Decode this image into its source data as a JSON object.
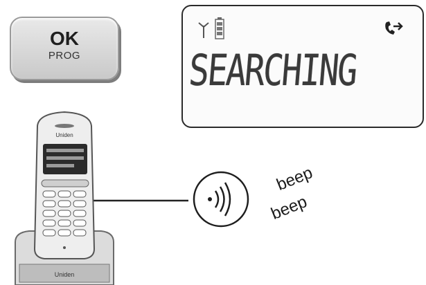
{
  "ok_key": {
    "line1": "OK",
    "line2": "PROG"
  },
  "display": {
    "status_text": "SEARCHING",
    "icons": [
      "antenna-icon",
      "battery-icon",
      "call-forward-icon"
    ]
  },
  "handset": {
    "brand_top": "Uniden",
    "brand_base": "Uniden"
  },
  "sound": {
    "icon": "sound-waves-icon",
    "beep_1": "beep",
    "beep_2": "beep"
  }
}
